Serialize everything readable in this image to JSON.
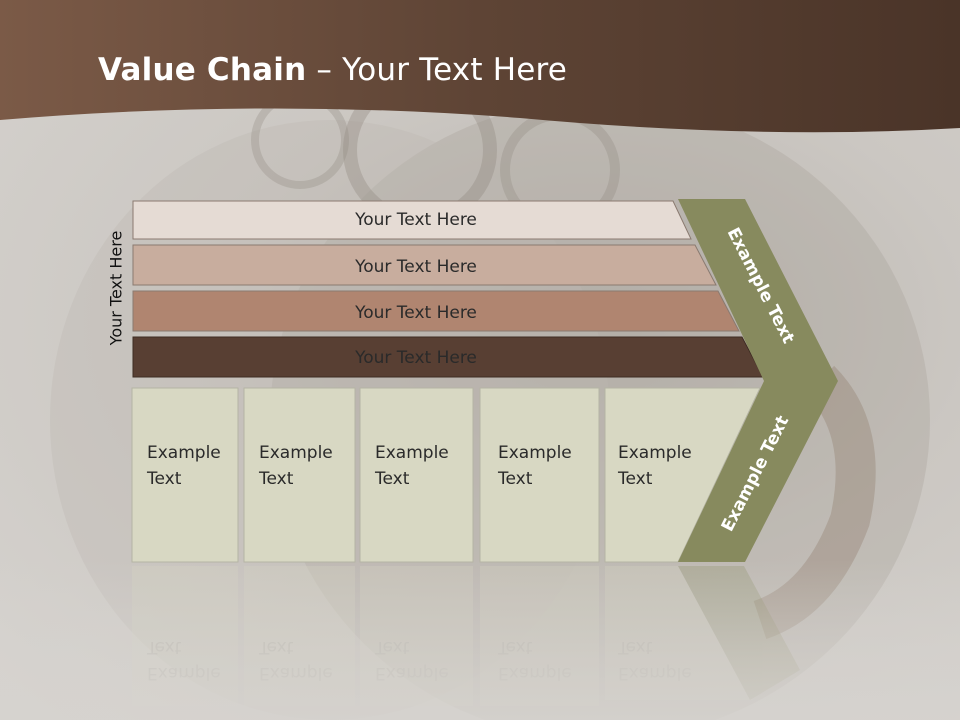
{
  "slide": {
    "title_bold": "Value Chain",
    "title_rest": " – Your Text Here",
    "side_label": "Your Text Here"
  },
  "bars": [
    {
      "label": "Your Text Here",
      "color": "#e5dbd4"
    },
    {
      "label": "Your Text Here",
      "color": "#c8ad9e"
    },
    {
      "label": "Your Text Here",
      "color": "#b08570"
    },
    {
      "label": "Your Text Here",
      "color": "#583f33"
    }
  ],
  "columns": [
    {
      "line1": "Example",
      "line2": "Text"
    },
    {
      "line1": "Example",
      "line2": "Text"
    },
    {
      "line1": "Example",
      "line2": "Text"
    },
    {
      "line1": "Example",
      "line2": "Text"
    },
    {
      "line1": "Example",
      "line2": "Text"
    }
  ],
  "chevron": {
    "upper_label": "Example Text",
    "lower_label": "Example Text",
    "color": "#878a5e"
  },
  "colors": {
    "header": "#5a4132",
    "column_fill": "#d8d8c3",
    "column_border": "#b5b4a4"
  }
}
